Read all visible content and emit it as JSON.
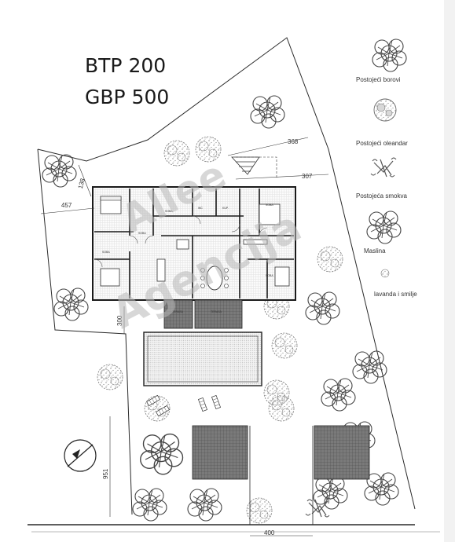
{
  "header": {
    "btp": "BTP 200",
    "gbp": "GBP 500"
  },
  "dimensions": {
    "d368": "368",
    "d307": "307",
    "d457": "457",
    "d300": "300",
    "d951": "951",
    "d400": "400",
    "d138": "138"
  },
  "legend": {
    "pines": "Postojeći borovi",
    "oleander": "Postojeći oleandar",
    "fig": "Postojeća smokva",
    "olive": "Maslina",
    "lavender": "lavanda i smilje"
  },
  "watermark": {
    "line1": "Allee",
    "line2": "Agencija"
  },
  "colors": {
    "line": "#2a2a2a",
    "terrace": "#6e6e6e",
    "foliage": "#8a8a8a"
  }
}
